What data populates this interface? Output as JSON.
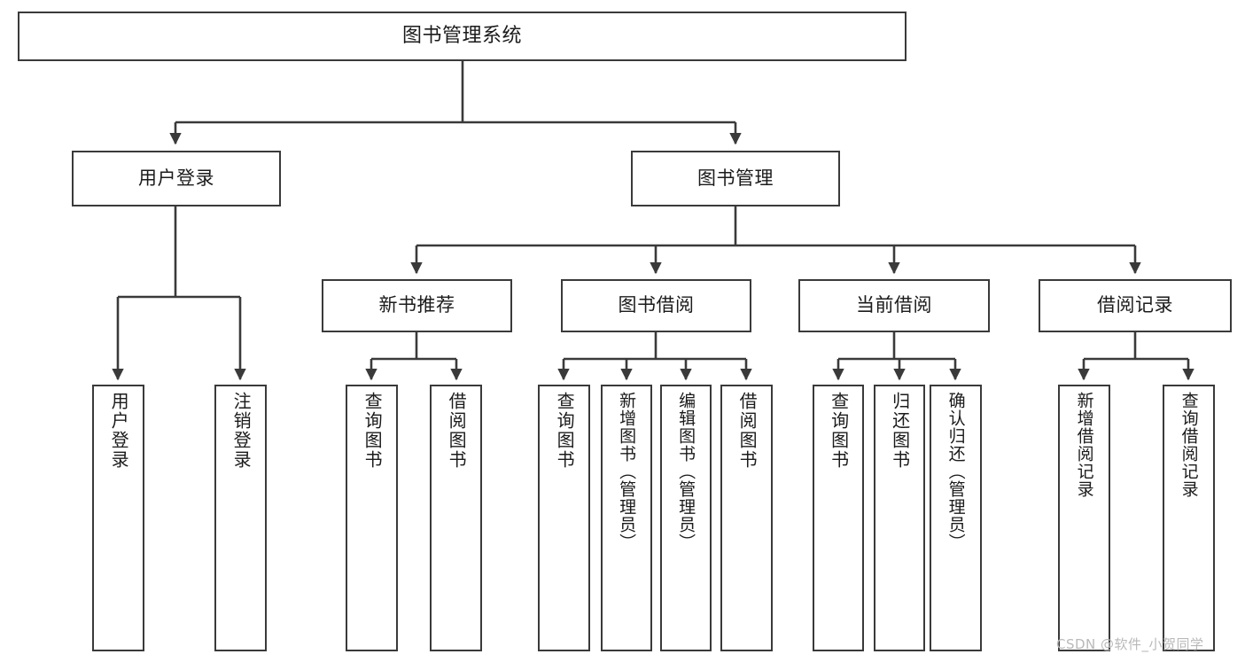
{
  "diagram": {
    "type": "tree",
    "title_node": "图书管理系统",
    "colors": {
      "background": "#ffffff",
      "stroke": "#3a3a3a",
      "text": "#1b1b1b",
      "watermark": "#b9b9b9"
    },
    "levels": {
      "root": {
        "label": "图书管理系统"
      },
      "level1": [
        {
          "label": "用户登录"
        },
        {
          "label": "图书管理"
        }
      ],
      "level2": [
        {
          "label": "新书推荐"
        },
        {
          "label": "图书借阅"
        },
        {
          "label": "当前借阅"
        },
        {
          "label": "借阅记录"
        }
      ],
      "leaves": {
        "user_login": [
          {
            "label": "用户登录"
          },
          {
            "label": "注销登录"
          }
        ],
        "new_book_recommend": [
          {
            "label": "查询图书"
          },
          {
            "label": "借阅图书"
          }
        ],
        "book_borrow": [
          {
            "label": "查询图书"
          },
          {
            "label": "新增图书（管理员）"
          },
          {
            "label": "编辑图书（管理员）"
          },
          {
            "label": "借阅图书"
          }
        ],
        "current_borrow": [
          {
            "label": "查询图书"
          },
          {
            "label": "归还图书"
          },
          {
            "label": "确认归还（管理员）"
          }
        ],
        "borrow_record": [
          {
            "label": "新增借阅记录"
          },
          {
            "label": "查询借阅记录"
          }
        ]
      }
    }
  },
  "watermark": {
    "text": "CSDN @软件_小贺同学"
  }
}
